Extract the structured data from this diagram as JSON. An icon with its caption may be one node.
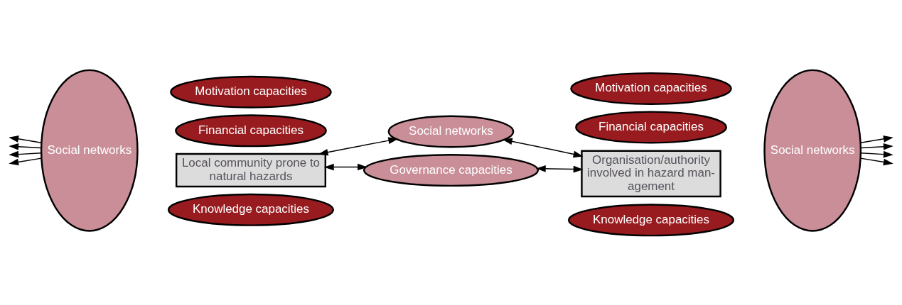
{
  "diagram": {
    "nodes": [
      {
        "text": [
          "Social networks"
        ]
      },
      {
        "text": [
          "Local community prone to natural hazards"
        ]
      },
      {
        "text": [
          "Organisation/authority involved in hazard man- agement"
        ]
      },
      {
        "text": [
          "Social networks"
        ]
      },
      {
        "text": [
          "Knowledge capacities"
        ]
      },
      {
        "text": [
          "Motivation capacities"
        ]
      },
      {
        "text": [
          "Financial capacities"
        ]
      },
      {
        "text": [
          "Governance capacities"
        ]
      },
      {
        "text": [
          "Knowledge capacities"
        ]
      },
      {
        "text": [
          "Motivation capacities"
        ]
      },
      {
        "text": [
          "Financial capacities"
        ]
      },
      {
        "text": [
          "Social networks"
        ]
      }
    ],
    "edges": [
      {
        "from": 1,
        "to": 0,
        "arrow": "both"
      },
      {
        "from": 0,
        "to": 2,
        "arrow": "both"
      },
      {
        "from": 1,
        "to": 7,
        "arrow": "both"
      },
      {
        "from": 2,
        "to": 7,
        "arrow": "both"
      },
      {
        "from": 3,
        "to": null,
        "arrow": "to"
      },
      {
        "from": 3,
        "to": null,
        "arrow": "to"
      },
      {
        "from": 3,
        "to": null,
        "arrow": "to"
      },
      {
        "from": 3,
        "to": null,
        "arrow": "to"
      },
      {
        "from": 11,
        "to": null,
        "arrow": "to"
      },
      {
        "from": 11,
        "to": null,
        "arrow": "to"
      },
      {
        "from": 11,
        "to": null,
        "arrow": "to"
      },
      {
        "from": 11,
        "to": null,
        "arrow": "to"
      }
    ]
  }
}
